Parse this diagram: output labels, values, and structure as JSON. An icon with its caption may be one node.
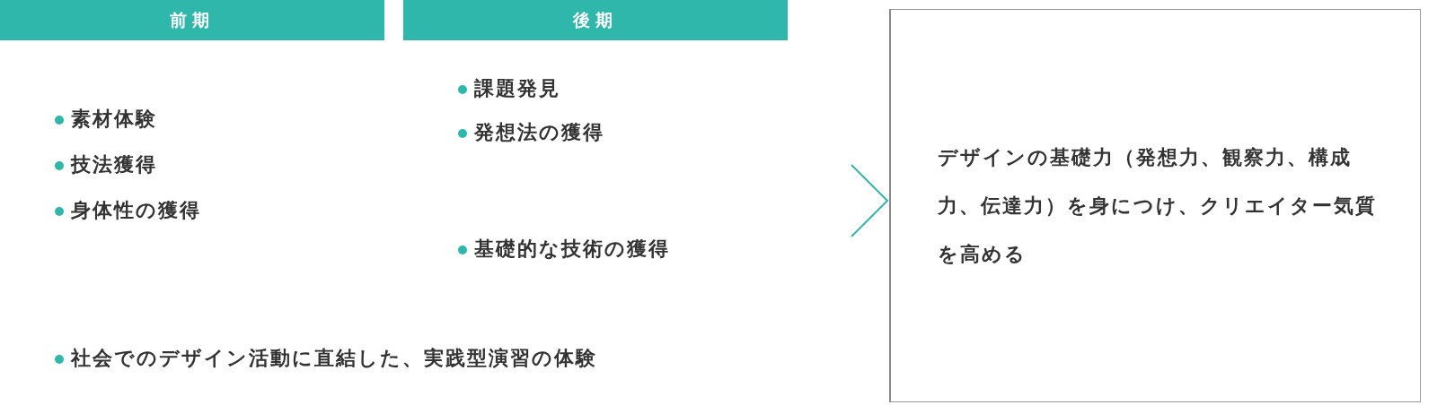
{
  "diagram": {
    "nodes": [
      {
        "text": [
          "前期"
        ]
      },
      {
        "text": [
          "後期"
        ]
      },
      {
        "text": [
          "デザインの基礎力（発想力、観察力、構成力、伝達力）を身につけ、クリエイター気質を高める"
        ]
      }
    ],
    "edges": [
      {
        "from": null,
        "to": 2,
        "arrow": "to"
      }
    ],
    "labels": [
      "課題発見",
      "素材体験",
      "発想法の獲得",
      "技法獲得",
      "身体性の獲得",
      "基礎的な技術の獲得",
      "社会でのデザイン活動に直結した、実践型演習の体験"
    ]
  }
}
